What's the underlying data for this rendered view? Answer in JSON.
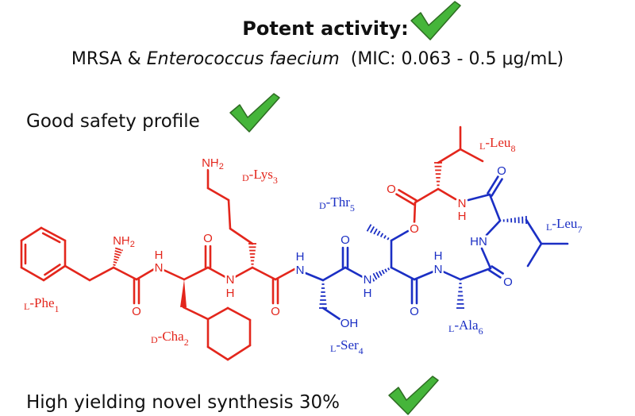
{
  "headline": {
    "title": "Potent activity:"
  },
  "activity": {
    "prefix": "MRSA & ",
    "organism": "Enterococcus faecium",
    "mic": "(MIC: 0.063 - 0.5 μg/mL)"
  },
  "safety": {
    "text": "Good safety profile"
  },
  "synthesis": {
    "text": "High yielding novel synthesis 30%"
  },
  "colors": {
    "red": "#e3261c",
    "blue": "#1b2fc4",
    "check": "#45b53a"
  },
  "atoms": {
    "N": "N",
    "H": "H",
    "O": "O",
    "HN": "HN",
    "OH": "OH",
    "NH": "NH",
    "two": "2"
  },
  "residues": [
    {
      "config": "L",
      "name": "-Phe",
      "sub": "1"
    },
    {
      "config": "D",
      "name": "-Cha",
      "sub": "2"
    },
    {
      "config": "D",
      "name": "-Lys",
      "sub": "3"
    },
    {
      "config": "L",
      "name": "-Ser",
      "sub": "4"
    },
    {
      "config": "D",
      "name": "-Thr",
      "sub": "5"
    },
    {
      "config": "L",
      "name": "-Ala",
      "sub": "6"
    },
    {
      "config": "L",
      "name": "-Leu",
      "sub": "7"
    },
    {
      "config": "L",
      "name": "-Leu",
      "sub": "8"
    }
  ]
}
